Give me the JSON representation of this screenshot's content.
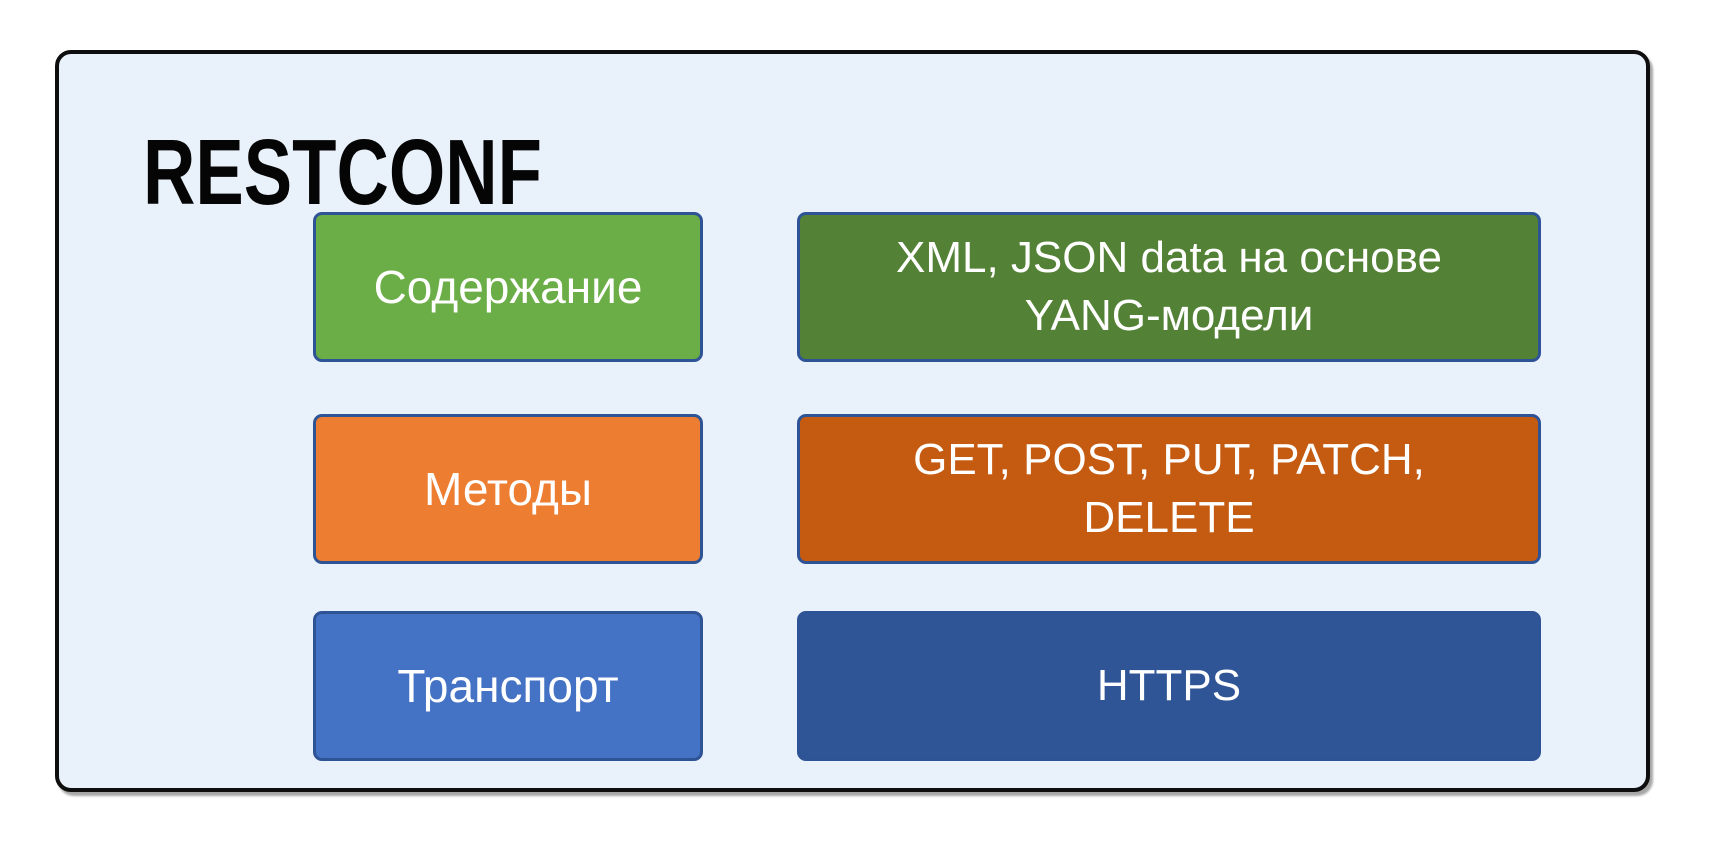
{
  "title": "RESTCONF",
  "diagram": {
    "rows": [
      {
        "id": "content-layer",
        "label": "Содержание",
        "value_lines": [
          "XML, JSON data на основе",
          "YANG-модели"
        ],
        "label_color": "#6BAD46",
        "value_color": "#538135"
      },
      {
        "id": "methods-layer",
        "label": "Методы",
        "value_lines": [
          "GET, POST, PUT, PATCH,",
          "DELETE"
        ],
        "label_color": "#ED7D31",
        "value_color": "#C55A11"
      },
      {
        "id": "transport-layer",
        "label": "Транспорт",
        "value_lines": [
          "HTTPS"
        ],
        "label_color": "#4472C4",
        "value_color": "#2F5597"
      }
    ],
    "colors": {
      "frame_background": "#E9F1FB",
      "frame_border": "#0E0E0E",
      "box_border": "#2F5496",
      "box_text": "#FFFFFF",
      "title_text": "#050505"
    }
  }
}
